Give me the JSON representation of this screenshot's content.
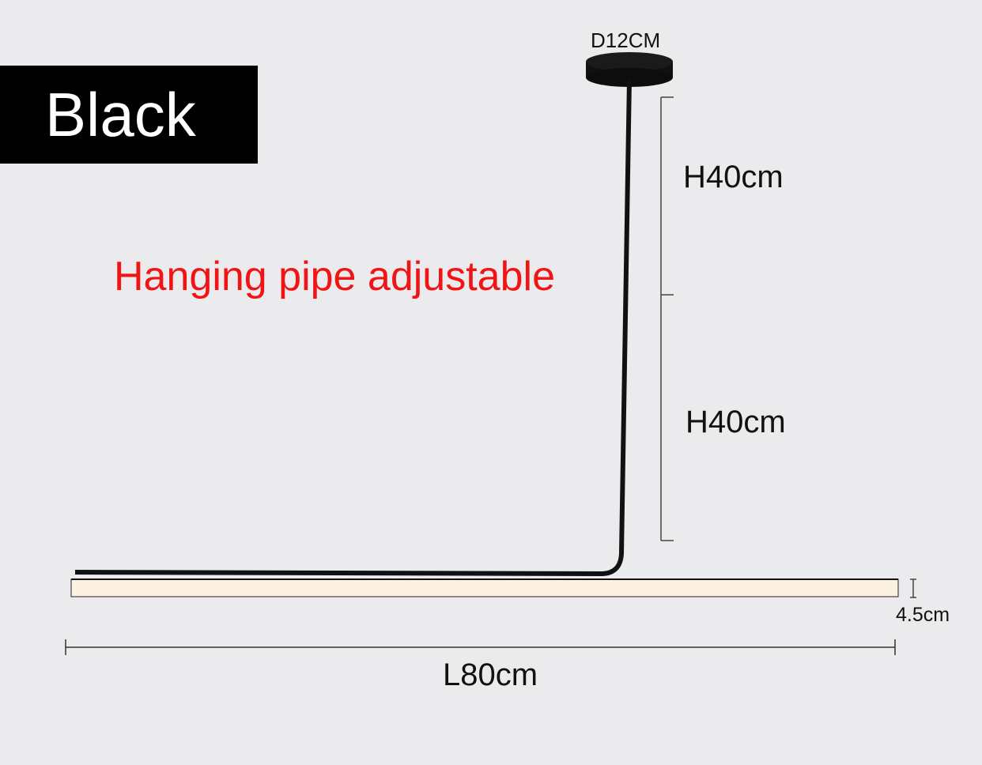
{
  "color_label": "Black",
  "note": "Hanging pipe adjustable",
  "dimensions": {
    "canopy_diameter": "D12CM",
    "pipe_upper": "H40cm",
    "pipe_lower": "H40cm",
    "bar_height": "4.5cm",
    "length": "L80cm"
  }
}
